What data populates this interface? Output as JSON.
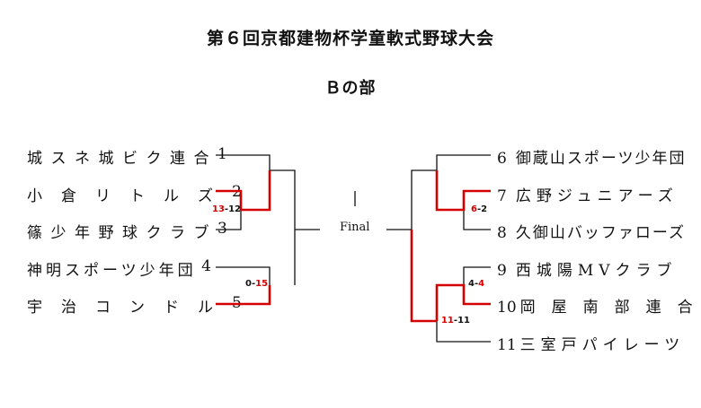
{
  "title": "第６回京都建物杯学童軟式野球大会",
  "subtitle": "Ｂの部",
  "final_label": "Final",
  "colors": {
    "winner_line": "#d40000",
    "line": "#111111"
  },
  "left_teams": [
    {
      "name": "城スネ城ビク連合",
      "seed": "1"
    },
    {
      "name": "小倉リトルズ",
      "seed": "2"
    },
    {
      "name": "篠少年野球クラブ",
      "seed": "3"
    },
    {
      "name": "神明スポーツ少年団",
      "seed": "4"
    },
    {
      "name": "宇治コンドル",
      "seed": "5"
    }
  ],
  "right_teams": [
    {
      "seed": "6",
      "name": "御蔵山スポーツ少年団"
    },
    {
      "seed": "7",
      "name": "広野ジュニアーズ"
    },
    {
      "seed": "8",
      "name": "久御山バッファローズ"
    },
    {
      "seed": "9",
      "name": "西城陽MVクラブ"
    },
    {
      "seed": "10",
      "name": "岡屋南部連合"
    },
    {
      "seed": "11",
      "name": "三室戸パイレーツ"
    }
  ],
  "scores": {
    "m_2v3": {
      "a": "13",
      "b": "12"
    },
    "m_4v5": {
      "a": "0",
      "b": "15"
    },
    "m_7v8": {
      "a": "6",
      "b": "2"
    },
    "m_9v10": {
      "a": "4",
      "b": "4"
    },
    "m_r2": {
      "a": "11",
      "b": "11"
    }
  }
}
